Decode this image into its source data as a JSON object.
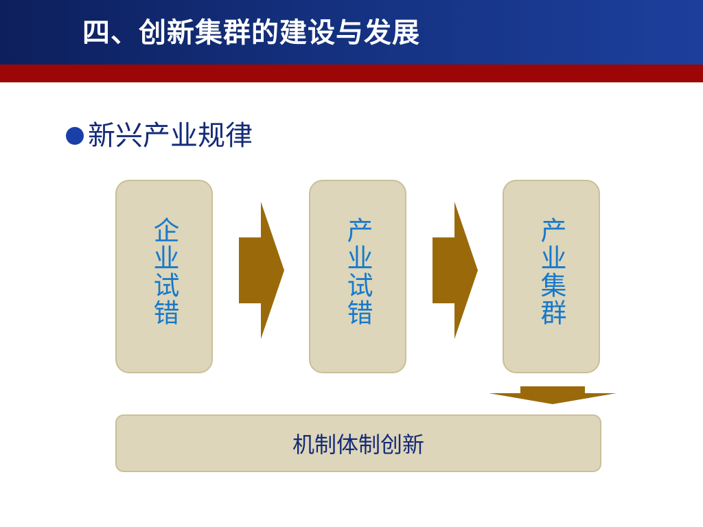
{
  "header": {
    "title": "四、创新集群的建设与发展"
  },
  "bullet": {
    "text": "新兴产业规律"
  },
  "diagram": {
    "stages": [
      {
        "label": "企业试错"
      },
      {
        "label": "产业试错"
      },
      {
        "label": "产业集群"
      }
    ],
    "outcome": "机制体制创新"
  },
  "colors": {
    "header_blue": "#14307e",
    "header_red": "#9c0606",
    "box_fill": "#ddd6ba",
    "box_border": "#c9bf98",
    "arrow": "#9a6a0a",
    "stage_text": "#1879cc",
    "dark_text": "#152b78"
  }
}
